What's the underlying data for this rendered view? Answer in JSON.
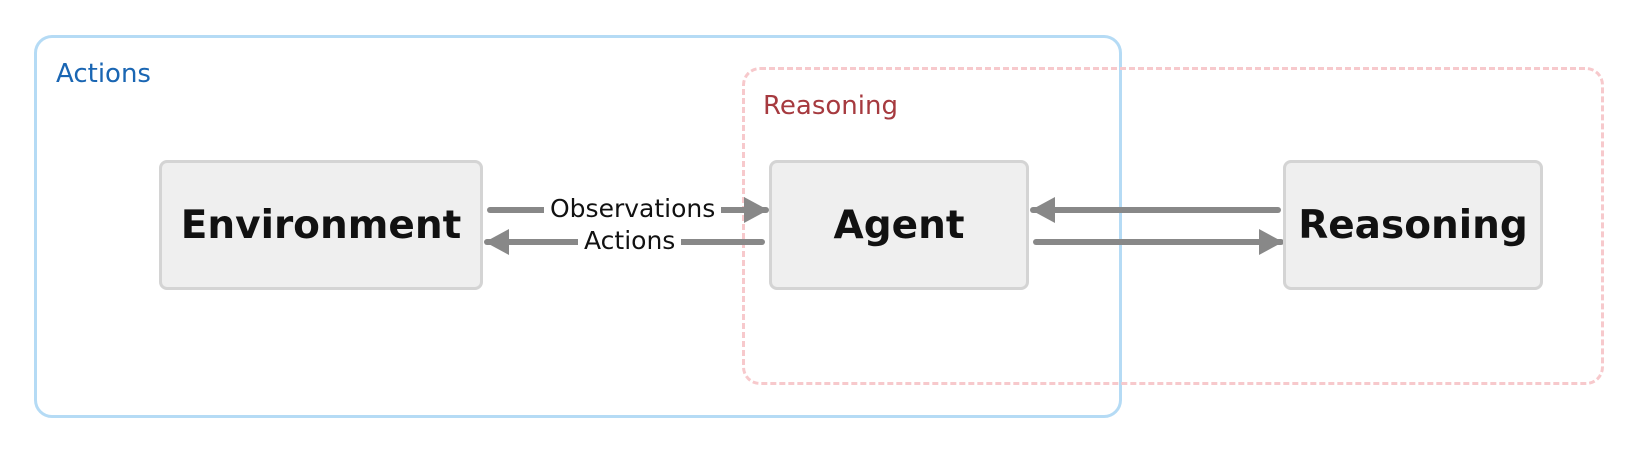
{
  "groups": {
    "actions_label": "Actions",
    "reasoning_label": "Reasoning"
  },
  "nodes": {
    "environment": "Environment",
    "agent": "Agent",
    "reasoning": "Reasoning"
  },
  "edges": {
    "observations": "Observations",
    "actions": "Actions"
  },
  "colors": {
    "actions_group_border": "#b5dbf5",
    "actions_group_text": "#1a66b3",
    "reasoning_group_border": "#f7c9cc",
    "reasoning_group_text": "#a63a3f",
    "node_fill": "#efefef",
    "node_border": "#d4d4d4",
    "arrow": "#888888"
  }
}
